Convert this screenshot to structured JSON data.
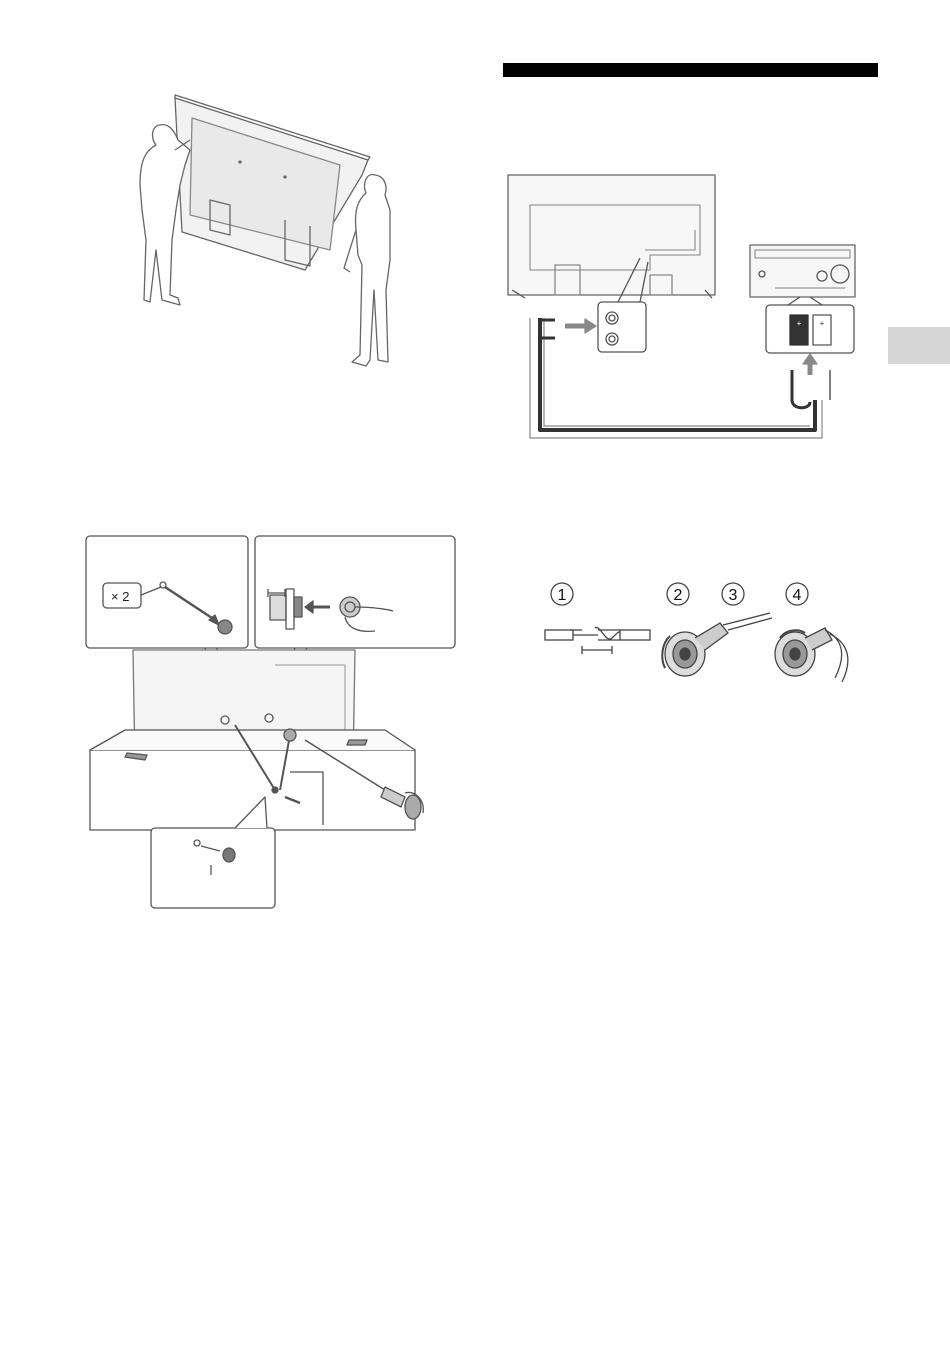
{
  "page": {
    "section_bar_color": "#000000",
    "side_tab_color": "#d6d6d6"
  },
  "figures": {
    "carry": {
      "icon": "two-people-carrying-tv"
    },
    "speaker_connection": {
      "icon": "tv-to-amplifier-speaker-cable"
    },
    "wire_steps": {
      "steps": [
        "1",
        "2",
        "3",
        "4"
      ]
    },
    "anchor": {
      "icon": "tv-anchor-to-stand",
      "screw_count_label": "× 2"
    }
  }
}
